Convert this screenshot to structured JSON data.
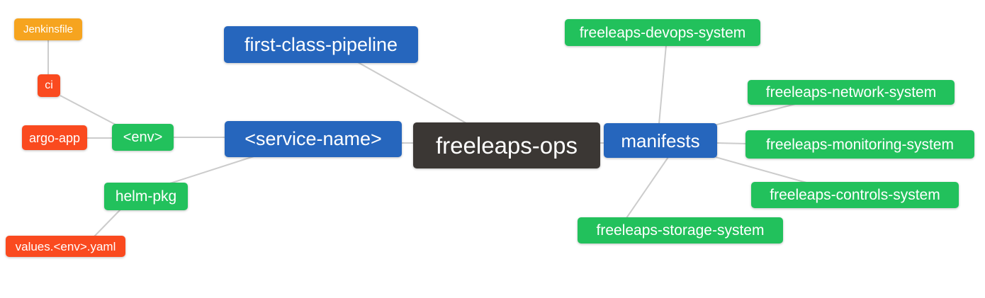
{
  "diagram": {
    "type": "mindmap",
    "root_label": "freeleaps-ops",
    "colors": {
      "root": "#3b3734",
      "branch": "#2666bd",
      "leaf_green": "#22c15c",
      "leaf_red": "#fa4a1f",
      "leaf_orange": "#f6a41f",
      "edge": "#cccccc",
      "text": "#ffffff",
      "background": "#ffffff"
    },
    "nodes": [
      {
        "id": "freeleaps-ops",
        "label": "freeleaps-ops",
        "role": "root"
      },
      {
        "id": "first-class-pipeline",
        "label": "first-class-pipeline",
        "role": "branch"
      },
      {
        "id": "service-name",
        "label": "<service-name>",
        "role": "branch"
      },
      {
        "id": "env",
        "label": "<env>",
        "role": "leaf_green"
      },
      {
        "id": "ci",
        "label": "ci",
        "role": "leaf_red"
      },
      {
        "id": "jenkinsfile",
        "label": "Jenkinsfile",
        "role": "leaf_orange"
      },
      {
        "id": "argo-app",
        "label": "argo-app",
        "role": "leaf_red"
      },
      {
        "id": "helm-pkg",
        "label": "helm-pkg",
        "role": "leaf_green"
      },
      {
        "id": "values-env-yaml",
        "label": "values.<env>.yaml",
        "role": "leaf_red"
      },
      {
        "id": "manifests",
        "label": "manifests",
        "role": "branch"
      },
      {
        "id": "devops-system",
        "label": "freeleaps-devops-system",
        "role": "leaf_green"
      },
      {
        "id": "network-system",
        "label": "freeleaps-network-system",
        "role": "leaf_green"
      },
      {
        "id": "monitoring-system",
        "label": "freeleaps-monitoring-system",
        "role": "leaf_green"
      },
      {
        "id": "controls-system",
        "label": "freeleaps-controls-system",
        "role": "leaf_green"
      },
      {
        "id": "storage-system",
        "label": "freeleaps-storage-system",
        "role": "leaf_green"
      }
    ],
    "edges": [
      {
        "from": "jenkinsfile",
        "to": "ci"
      },
      {
        "from": "ci",
        "to": "env"
      },
      {
        "from": "argo-app",
        "to": "env"
      },
      {
        "from": "env",
        "to": "service-name"
      },
      {
        "from": "helm-pkg",
        "to": "service-name"
      },
      {
        "from": "values-env-yaml",
        "to": "helm-pkg"
      },
      {
        "from": "service-name",
        "to": "freeleaps-ops"
      },
      {
        "from": "first-class-pipeline",
        "to": "freeleaps-ops"
      },
      {
        "from": "manifests",
        "to": "freeleaps-ops"
      },
      {
        "from": "devops-system",
        "to": "manifests"
      },
      {
        "from": "network-system",
        "to": "manifests"
      },
      {
        "from": "monitoring-system",
        "to": "manifests"
      },
      {
        "from": "controls-system",
        "to": "manifests"
      },
      {
        "from": "storage-system",
        "to": "manifests"
      }
    ]
  }
}
